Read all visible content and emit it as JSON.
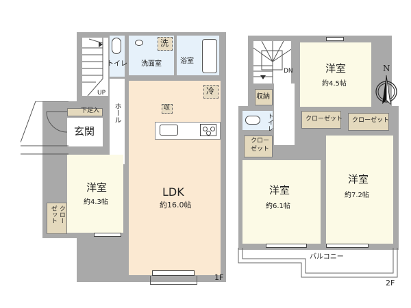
{
  "floors": [
    {
      "name": "1F",
      "rooms": [
        {
          "id": "ldk",
          "label": "LDK",
          "area": "約16.0帖"
        },
        {
          "id": "western-room-1f",
          "label": "洋室",
          "area": "約4.3帖"
        },
        {
          "id": "entrance",
          "label": "玄関"
        },
        {
          "id": "shoe-storage",
          "label": "下足入"
        },
        {
          "id": "hall",
          "label": "ホール"
        },
        {
          "id": "toilet-1f",
          "label": "トイレ"
        },
        {
          "id": "washroom",
          "label": "洗面室"
        },
        {
          "id": "washer",
          "label": "洗"
        },
        {
          "id": "bathroom",
          "label": "浴室"
        },
        {
          "id": "fridge",
          "label": "冷"
        },
        {
          "id": "storage",
          "label": "収"
        },
        {
          "id": "closet-1f",
          "label": "クローゼット"
        }
      ],
      "stairs_label": "UP"
    },
    {
      "name": "2F",
      "rooms": [
        {
          "id": "western-room-a",
          "label": "洋室",
          "area": "約4.5帖"
        },
        {
          "id": "western-room-b",
          "label": "洋室",
          "area": "約6.1帖"
        },
        {
          "id": "western-room-c",
          "label": "洋室",
          "area": "約7.2帖"
        },
        {
          "id": "storage-2f",
          "label": "収納"
        },
        {
          "id": "toilet-2f",
          "label": "トイレ"
        },
        {
          "id": "closet-a",
          "label": "クローゼット"
        },
        {
          "id": "closet-b",
          "label": "クローゼット"
        },
        {
          "id": "closet-c",
          "label": "クロー\nゼット"
        },
        {
          "id": "balcony",
          "label": "バルコニー"
        }
      ],
      "stairs_label": "DN"
    }
  ],
  "compass": {
    "label": "N"
  },
  "labels": {
    "floor1": "1F",
    "floor2": "2F",
    "ldk": "LDK",
    "ldk_area": "約16.0帖",
    "w1": "洋室",
    "w1_area": "約4.3帖",
    "entrance": "玄関",
    "shoe": "下足入",
    "hall": "ホール",
    "toilet": "トイレ",
    "washroom": "洗面室",
    "washer": "洗",
    "bath": "浴室",
    "fridge": "冷",
    "storage": "収",
    "closet_v1": "クロー",
    "closet_v2": "ゼット",
    "up": "UP",
    "w2a": "洋室",
    "w2a_area": "約4.5帖",
    "w2b": "洋室",
    "w2b_area": "約6.1帖",
    "w2c": "洋室",
    "w2c_area": "約7.2帖",
    "storage2": "収納",
    "toilet2": "トイレ",
    "closet": "クローゼット",
    "closet_s1": "クロー",
    "closet_s2": "ゼット",
    "balcony": "バルコニー",
    "dn": "DN",
    "north": "N"
  }
}
